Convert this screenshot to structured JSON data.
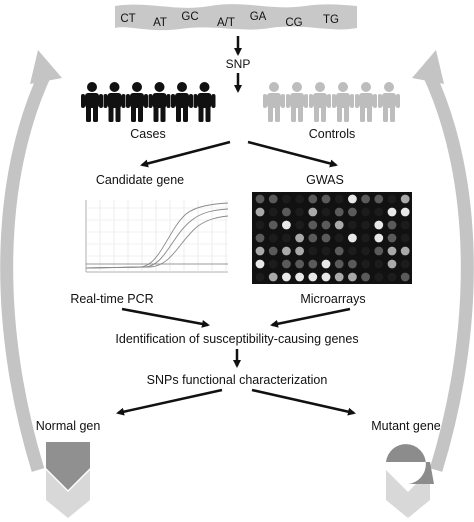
{
  "dna_strip": {
    "segments": [
      "CT",
      "AT",
      "GC",
      "A/T",
      "GA",
      "CG",
      "TG"
    ],
    "fill_color": "#c8c8c8",
    "variant_text_color": "#777777"
  },
  "snp_label": "SNP",
  "groups": {
    "cases": {
      "label": "Cases",
      "count": 6,
      "color": "#111111"
    },
    "controls": {
      "label": "Controls",
      "count": 6,
      "color": "#bdbdbd"
    }
  },
  "methods": {
    "candidate_gene": "Candidate gene",
    "gwas": "GWAS",
    "real_time_pcr": "Real-time PCR",
    "microarrays": "Microarrays"
  },
  "steps": {
    "identification": "Identification of susceptibility-causing genes",
    "characterization": "SNPs functional characterization"
  },
  "outcomes": {
    "normal": "Normal gen",
    "mutant": "Mutant gene"
  },
  "colors": {
    "arrow": "#111111",
    "cycle_arrow": "#c4c4c4",
    "normal_shape": "#909090",
    "mutant_shape": "#8c8c8c",
    "chevron": "#d8d8d8",
    "microarray_bg": "#111111"
  }
}
